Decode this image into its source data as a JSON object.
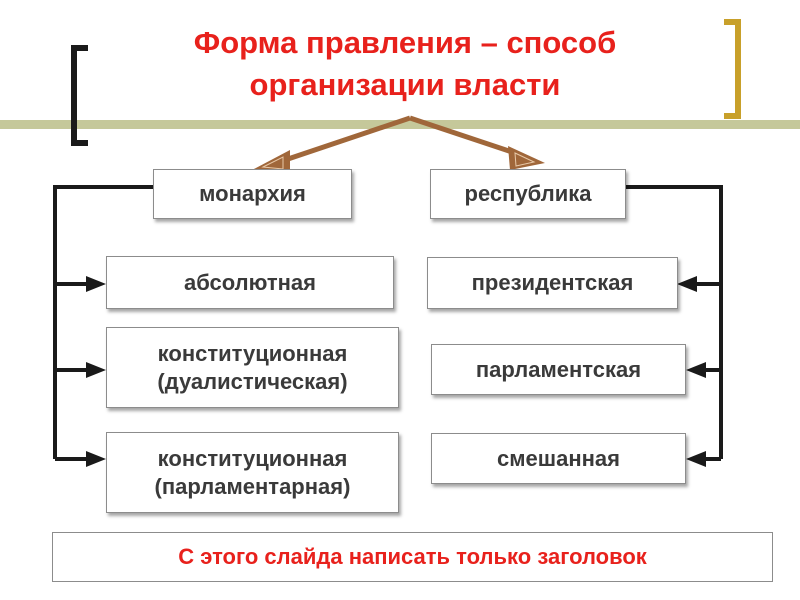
{
  "title": {
    "line1": "Форма правления – способ",
    "line2": "организации власти"
  },
  "monarchy": {
    "label": "монархия",
    "types": [
      {
        "line1": "абсолютная",
        "line2": ""
      },
      {
        "line1": "конституционная",
        "line2": "(дуалистическая)"
      },
      {
        "line1": "конституционная",
        "line2": "(парламентарная)"
      }
    ]
  },
  "republic": {
    "label": "республика",
    "types": [
      "президентская",
      "парламентская",
      "смешанная"
    ]
  },
  "note": "С этого слайда написать только заголовок",
  "colors": {
    "title": "#e8211c",
    "bracket_left": "#1a1a1a",
    "bracket_right": "#c8a02a",
    "accent_line": "#c5c89a",
    "arrow_brown": "#a0673a",
    "connector": "#1a1a1a"
  }
}
